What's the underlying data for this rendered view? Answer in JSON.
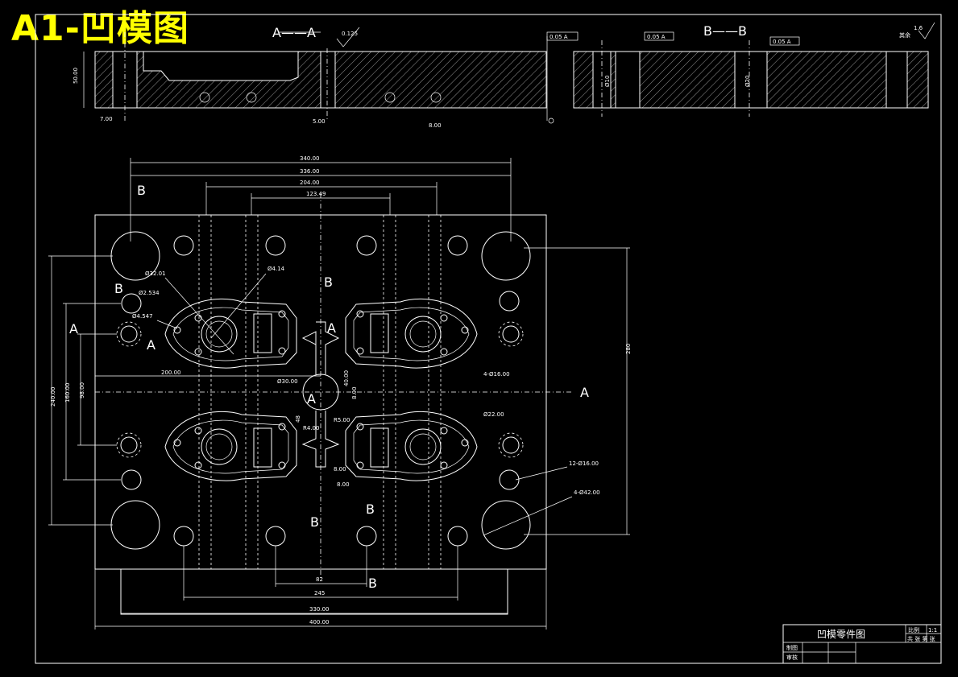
{
  "title": "A1-凹模图",
  "section_labels": {
    "aa": "A——A",
    "bb": "B——B",
    "a": "A",
    "b": "B"
  },
  "surface_finish": {
    "main": "0.125",
    "corner": "1.6",
    "corner_note": "其余"
  },
  "tolerances": {
    "flatness_1": "0.05 A",
    "flatness_2": "0.05 A",
    "flatness_3": "0.05 A"
  },
  "section_dims": {
    "height": "50.00",
    "d1": "7.00",
    "d2": "5.00",
    "d3": "8.00",
    "dia_small": "Ø10",
    "dia_big": "Ø20"
  },
  "top_dims": {
    "d340": "340.00",
    "d336": "336.00",
    "d204": "204.00",
    "d123": "123.49"
  },
  "left_dims": {
    "d240": "240.00",
    "d160": "160.00",
    "d98": "98.00"
  },
  "right_dim": "280",
  "bottom_dims": {
    "d82": "82",
    "d245": "245",
    "d330": "330.00",
    "d400": "400.00"
  },
  "mid_dims": {
    "center_x": "200.00",
    "dia30": "Ø30.00",
    "d40": "40.00",
    "d48": "48",
    "r4": "R4.00",
    "r5": "R5.00",
    "d8a": "8.00",
    "d8b": "8.00"
  },
  "callouts": {
    "c1": "Ø32.01",
    "c2": "Ø2.534",
    "c3": "Ø4.547",
    "c4": "Ø4.14",
    "c5": "4-Ø16.00",
    "c6": "Ø22.00",
    "c7": "12-Ø16.00",
    "c8": "4-Ø42.00"
  },
  "title_block": {
    "name": "凹模零件图",
    "scale_label": "比例",
    "scale": "1:1",
    "row1": "制图",
    "row2": "审核",
    "meta": "共 张 第 张"
  }
}
